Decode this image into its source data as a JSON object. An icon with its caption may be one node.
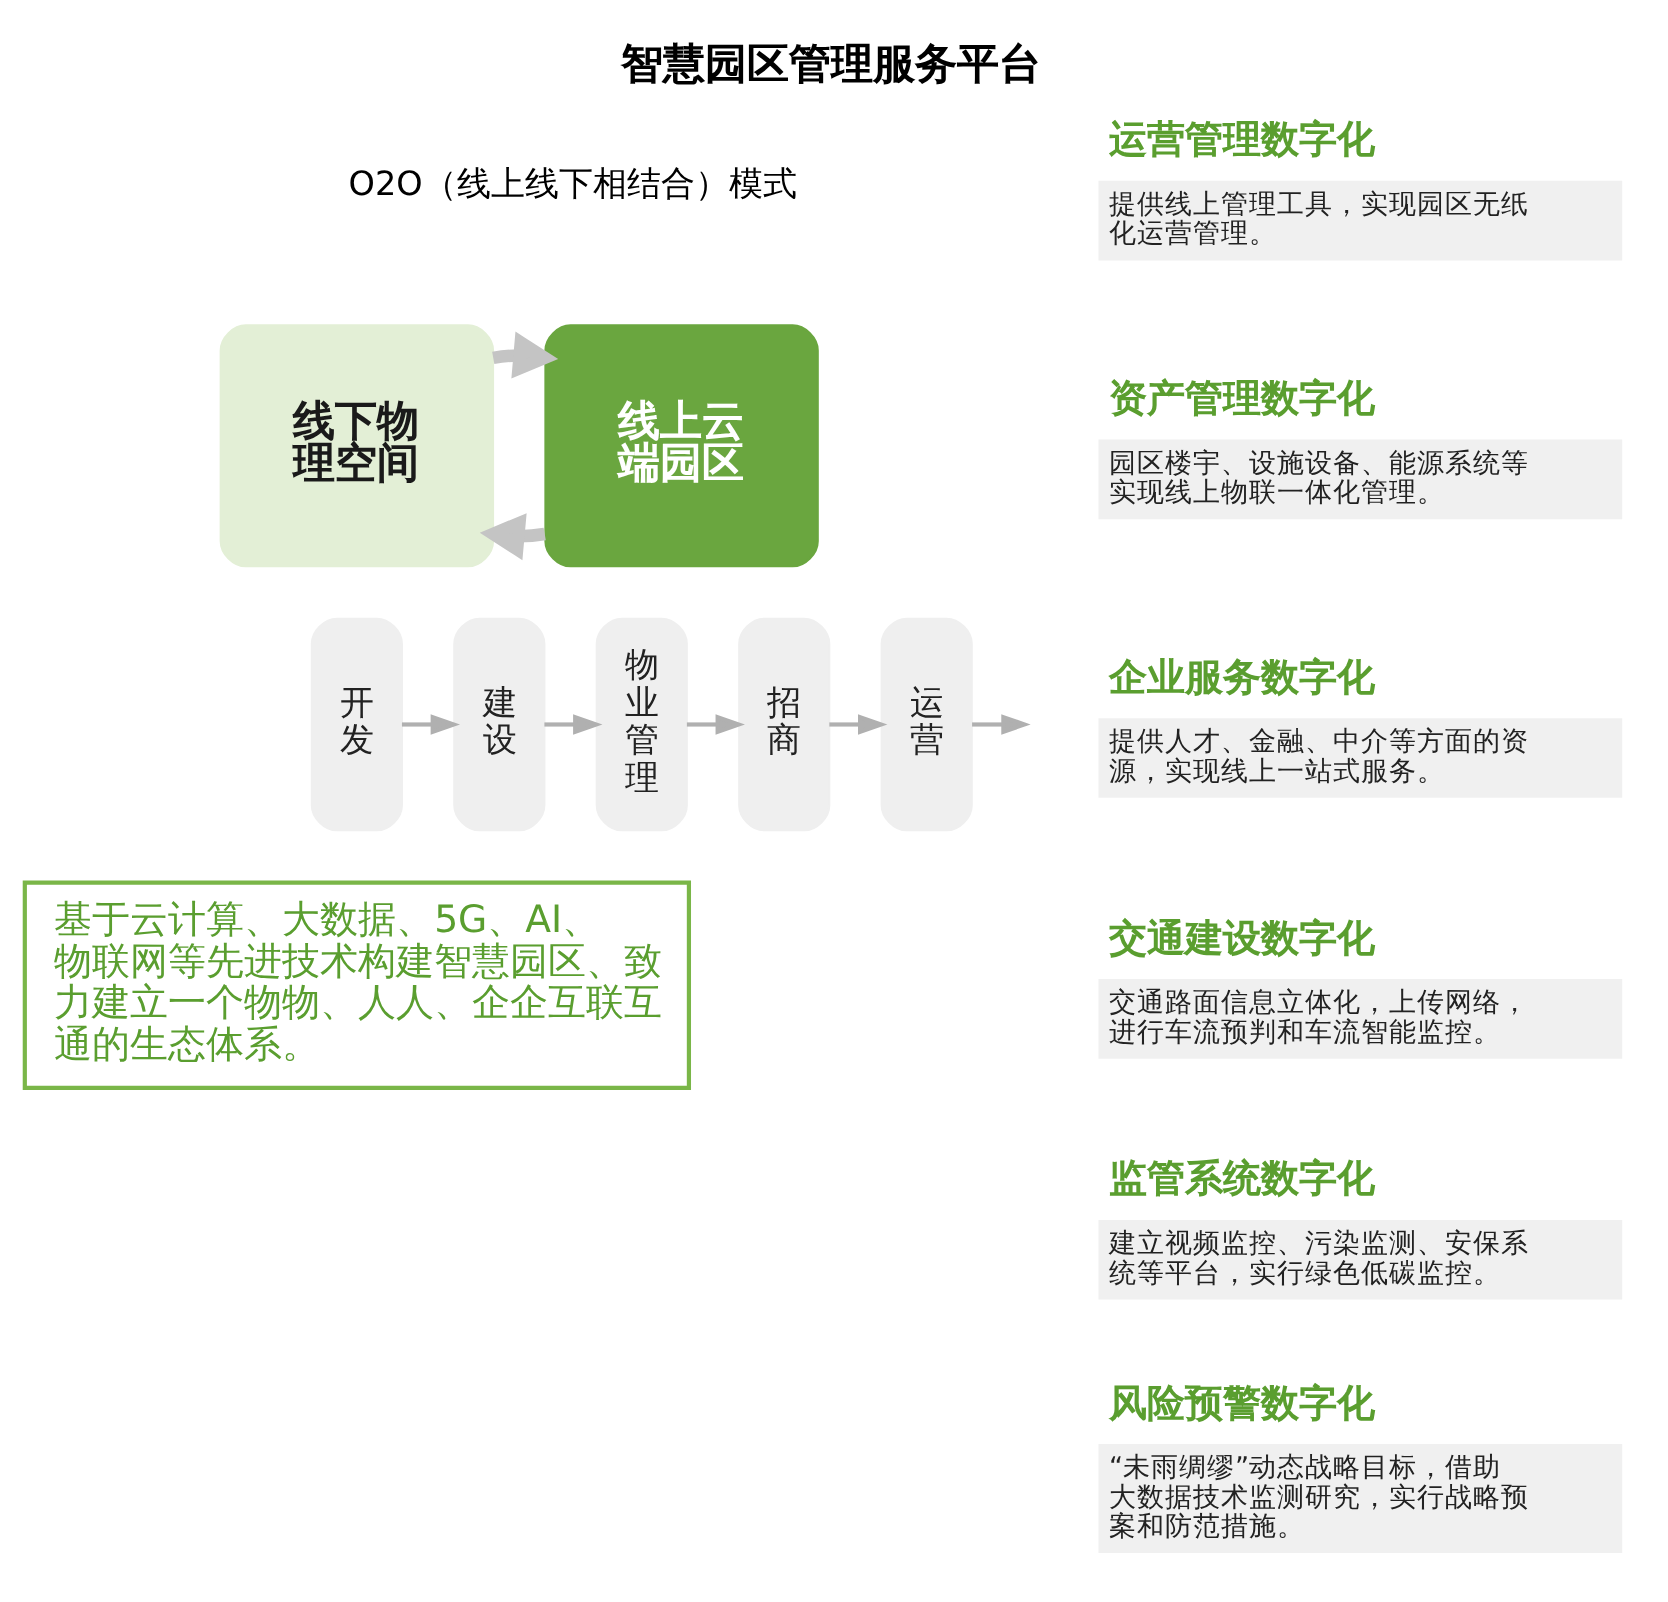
{
  "diagram": {
    "title": "智慧园区管理服务平台",
    "nodes": [
      {
        "text": [
          "线下物理空间"
        ]
      },
      {
        "text": [
          "线上云端园区"
        ]
      },
      {
        "text": [
          "开发"
        ]
      },
      {
        "text": [
          "建设"
        ]
      },
      {
        "text": [
          "物业管理"
        ]
      },
      {
        "text": [
          "招商"
        ]
      },
      {
        "text": [
          "运营"
        ]
      },
      {
        "text": [
          "基于云计算、大数据、5G、AI、物联网等先进技术构建智慧园区、致力建立一个物物、人人、企企互联互通的生态体系。"
        ]
      },
      {
        "text": [
          "运营管理数字化",
          "提供线上管理工具，实现园区无纸化运营管理。"
        ]
      },
      {
        "text": [
          "资产管理数字化",
          "园区楼宇、设施设备、能源系统等实现线上物联一体化管理。"
        ]
      },
      {
        "text": [
          "企业服务数字化",
          "提供人才、金融、中介等方面的资源，实现线上一站式服务。"
        ]
      },
      {
        "text": [
          "交通建设数字化",
          "交通路面信息立体化，上传网络，进行车流预判和车流智能监控。"
        ]
      },
      {
        "text": [
          "监管系统数字化",
          "建立视频监控、污染监测、安保系统等平台，实行绿色低碳监控。"
        ]
      },
      {
        "text": [
          "风险预警数字化",
          "“未雨绸缪”动态战略目标，借助大数据技术监测研究，实行战略预案和防范措施。"
        ]
      }
    ],
    "edges": [
      {
        "from": 1,
        "to": 0,
        "arrow": "to",
        "style": "thick"
      },
      {
        "from": 0,
        "to": 1,
        "arrow": "to",
        "style": "thick"
      },
      {
        "from": 2,
        "to": 3,
        "arrow": "to"
      },
      {
        "from": 3,
        "to": 4,
        "arrow": "to"
      },
      {
        "from": 4,
        "to": 5,
        "arrow": "to"
      },
      {
        "from": 5,
        "to": 6,
        "arrow": "to"
      },
      {
        "from": 6,
        "to": null,
        "arrow": "to"
      }
    ],
    "labels": [
      "O2O（线上线下相结合）模式"
    ]
  }
}
